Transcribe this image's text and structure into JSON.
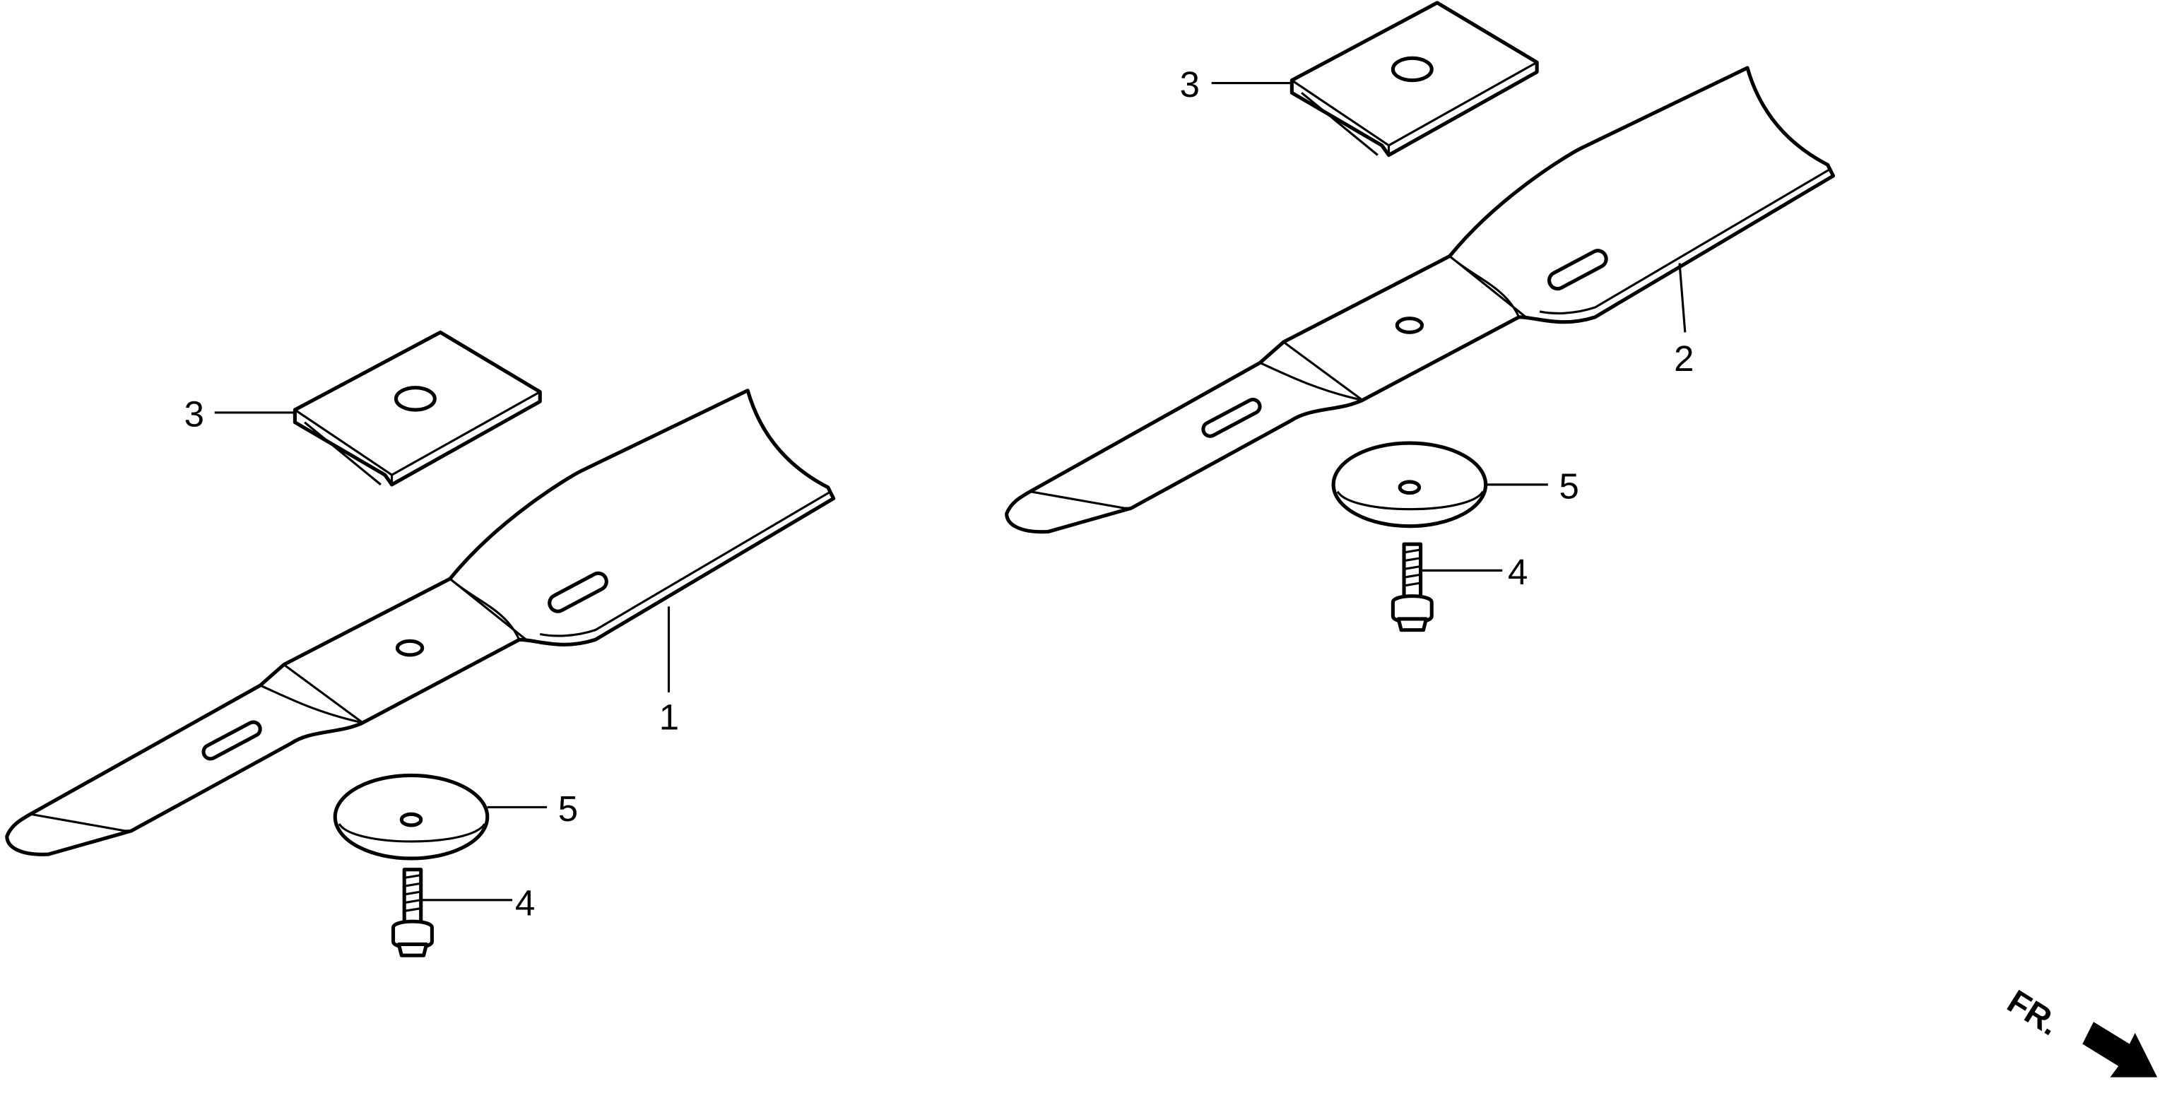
{
  "diagram": {
    "callouts": {
      "blade_left": "1",
      "blade_right": "2",
      "plate_left": "3",
      "plate_right": "3",
      "bolt_left": "4",
      "bolt_right": "4",
      "washer_left": "5",
      "washer_right": "5"
    },
    "direction_indicator": "FR."
  }
}
